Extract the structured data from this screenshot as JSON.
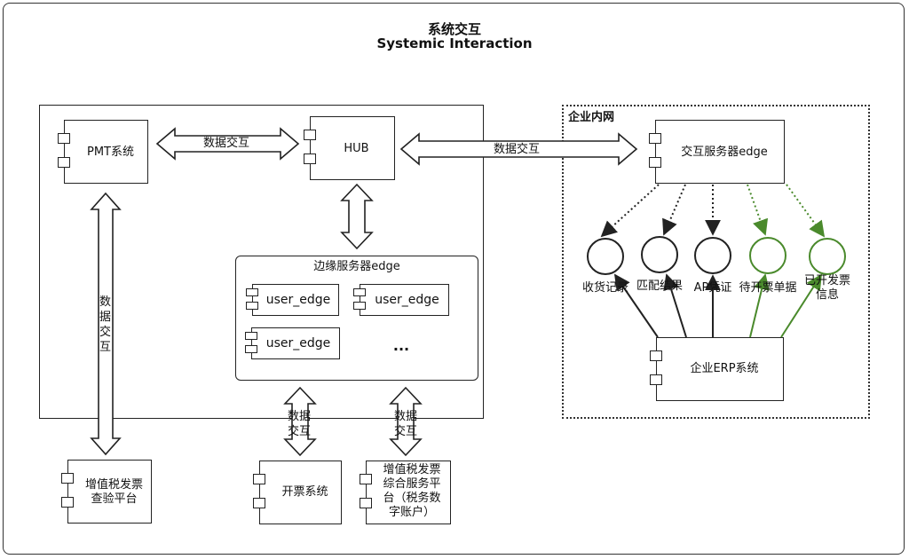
{
  "diagram": {
    "title": "系统交互",
    "subtitle": "Systemic Interaction",
    "intranet_label": "企业内网",
    "components": {
      "pmt": "PMT系统",
      "hub": "HUB",
      "interaction_server": "交互服务器edge",
      "edge_server_group": "边缘服务器edge",
      "user_edge_1": "user_edge",
      "user_edge_2": "user_edge",
      "user_edge_3": "user_edge",
      "ellipsis": "...",
      "erp": "企业ERP系统",
      "vat_verify": "增值税发票\n查验平台",
      "invoicing": "开票系统",
      "vat_service": "增值税发票\n综合服务平\n台（税务数\n字账户）"
    },
    "interfaces": [
      {
        "label": "收货记录",
        "color": "#222222"
      },
      {
        "label": "匹配结果",
        "color": "#222222"
      },
      {
        "label": "AP凭证",
        "color": "#222222"
      },
      {
        "label": "待开票单据",
        "color": "#4a8a2c"
      },
      {
        "label": "已开发票\n信息",
        "color": "#4a8a2c"
      }
    ],
    "arrow_labels": {
      "pmt_hub": "数据交互",
      "hub_interaction": "数据交互",
      "pmt_vat": "数\n据\n交\n互",
      "edge_invoicing": "数据\n交互",
      "edge_vat_service": "数据\n交互"
    },
    "colors": {
      "line": "#222222",
      "green": "#4a8a2c"
    }
  }
}
